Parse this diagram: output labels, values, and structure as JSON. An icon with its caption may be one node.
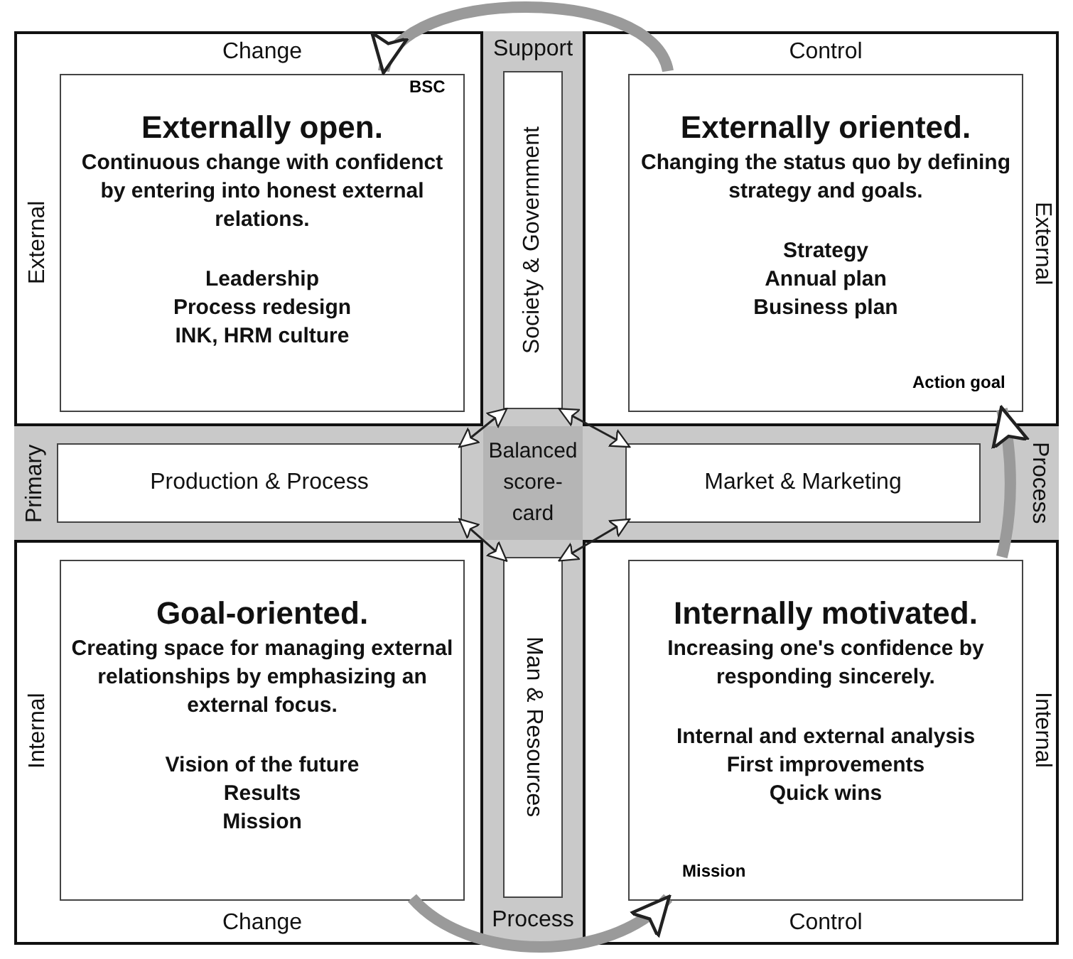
{
  "diagram": {
    "nodes": [
      {
        "text": [
          "Change",
          "External"
        ]
      },
      {
        "text": [
          "Externally open.",
          "Continuous change with confidenct by entering into honest external relations.",
          "Leadership",
          "Process redesign",
          "INK, HRM culture"
        ],
        "in": 0
      },
      {
        "text": [
          "Support",
          "Process"
        ]
      },
      {
        "text": [
          "Society & Government"
        ],
        "in": 2
      },
      {
        "text": [
          "Control",
          "External"
        ]
      },
      {
        "text": [
          "Externally oriented.",
          "Changing the status quo by defining strategy and goals.",
          "Strategy",
          "Annual plan",
          "Business plan"
        ],
        "in": 4
      },
      {
        "text": [
          "Primary",
          "Process"
        ]
      },
      {
        "text": [
          "Production & Process"
        ],
        "in": 6
      },
      {
        "text": [
          "Balanced score-card"
        ]
      },
      {
        "text": [
          "Market & Marketing"
        ],
        "in": 6
      },
      {
        "text": [
          "Internal",
          "Change"
        ]
      },
      {
        "text": [
          "Goal-oriented.",
          "Creating space for managing external relationships by emphasizing an external focus.",
          "Vision of the future",
          "Results",
          "Mission"
        ],
        "in": 10
      },
      {
        "text": [
          "Man & Resources"
        ],
        "in": 2
      },
      {
        "text": [
          "Internal",
          "Control"
        ]
      },
      {
        "text": [
          "Internally motivated.",
          "Increasing one's confidence by responding sincerely.",
          "Internal and external analysis",
          "First improvements",
          "Quick wins"
        ],
        "in": 13
      }
    ],
    "edges": [
      {
        "from": 3,
        "to": 7,
        "arrow": "both"
      },
      {
        "from": 3,
        "to": 9,
        "arrow": "both"
      },
      {
        "from": 7,
        "to": 12,
        "arrow": "both"
      },
      {
        "from": 9,
        "to": 12,
        "arrow": "both"
      },
      {
        "from": 5,
        "to": 1,
        "arrow": "to",
        "label": "BSC",
        "style": "thick",
        "color": "#9a9a9a"
      },
      {
        "from": 14,
        "to": 5,
        "arrow": "to",
        "label": "Action goal",
        "style": "thick",
        "color": "#9a9a9a"
      },
      {
        "from": 11,
        "to": 14,
        "arrow": "to",
        "label": "Mission",
        "style": "thick",
        "color": "#9a9a9a"
      }
    ]
  }
}
